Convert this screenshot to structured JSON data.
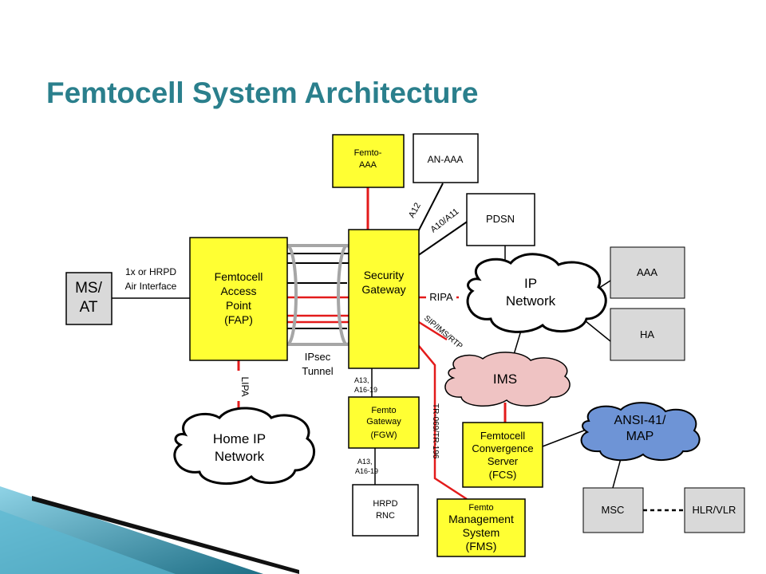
{
  "slide": {
    "title": "Femtocell System Architecture"
  },
  "colors": {
    "title": "#2a7f8c",
    "yellow": "#ffff33",
    "gray_box": "#d9d9d9",
    "pink_cloud": "#efc3c3",
    "blue_cloud": "#6e94d6",
    "red_line": "#e31b1b",
    "black_line": "#000000"
  },
  "nodes": {
    "femto_aaa": [
      "Femto-",
      "AAA"
    ],
    "an_aaa": [
      "AN-AAA"
    ],
    "pdsn": [
      "PDSN"
    ],
    "ms_at": [
      "MS/",
      "AT"
    ],
    "fap": [
      "Femtocell",
      "Access",
      "Point",
      "(FAP)"
    ],
    "security_gateway": [
      "Security",
      "Gateway"
    ],
    "ip_network": [
      "IP",
      "Network"
    ],
    "aaa": [
      "AAA"
    ],
    "ha": [
      "HA"
    ],
    "ims": [
      "IMS"
    ],
    "fgw": [
      "Femto",
      "Gateway",
      "(FGW)"
    ],
    "home_ip_network": [
      "Home IP",
      "Network"
    ],
    "fcs": [
      "Femtocell",
      "Convergence",
      "Server",
      "(FCS)"
    ],
    "ansi_map": [
      "ANSI-41/",
      "MAP"
    ],
    "hrpd_rnc": [
      "HRPD",
      "RNC"
    ],
    "fms": [
      "Femto",
      "Management",
      "System",
      "(FMS)"
    ],
    "msc": [
      "MSC"
    ],
    "hlr_vlr": [
      "HLR/VLR"
    ]
  },
  "labels": {
    "air_interface": [
      "1x or HRPD",
      "Air Interface"
    ],
    "ipsec_tunnel": [
      "IPsec",
      "Tunnel"
    ],
    "lipa": "LIPA",
    "a12": "A12",
    "a10_a11": "A10/A11",
    "ripa": "RIPA",
    "sip_ims_rtp": "SIP/IMS/RTP",
    "tr069": "TR-069/TR-196",
    "a13_sg_fgw": [
      "A13,",
      "A16-19"
    ],
    "a13_fgw_rnc": [
      "A13,",
      "A16-19"
    ]
  }
}
